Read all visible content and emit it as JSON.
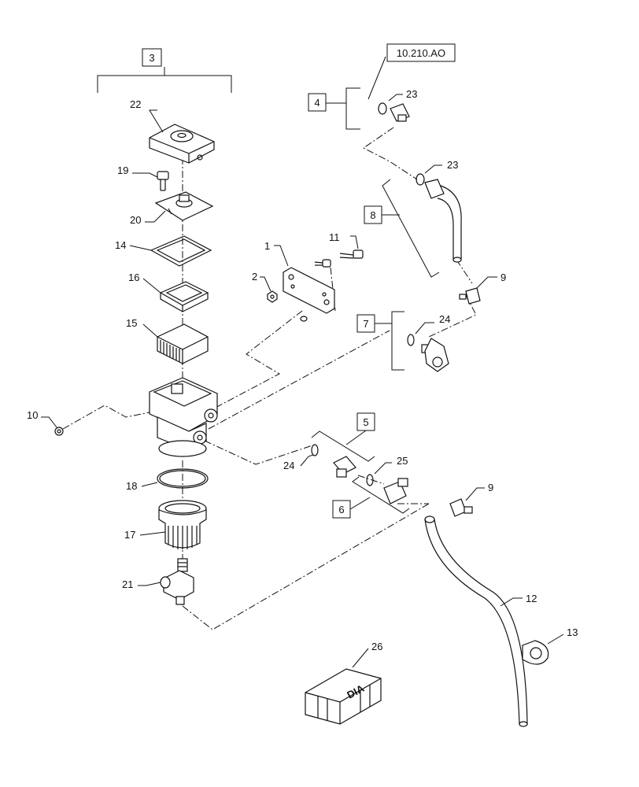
{
  "diagram": {
    "callouts": [
      {
        "id": "c1",
        "text": "1"
      },
      {
        "id": "c2",
        "text": "2"
      },
      {
        "id": "c9a",
        "text": "9"
      },
      {
        "id": "c9b",
        "text": "9"
      },
      {
        "id": "c10",
        "text": "10"
      },
      {
        "id": "c11",
        "text": "11"
      },
      {
        "id": "c12",
        "text": "12"
      },
      {
        "id": "c13",
        "text": "13"
      },
      {
        "id": "c14",
        "text": "14"
      },
      {
        "id": "c15",
        "text": "15"
      },
      {
        "id": "c16",
        "text": "16"
      },
      {
        "id": "c17",
        "text": "17"
      },
      {
        "id": "c18",
        "text": "18"
      },
      {
        "id": "c19",
        "text": "19"
      },
      {
        "id": "c20",
        "text": "20"
      },
      {
        "id": "c21",
        "text": "21"
      },
      {
        "id": "c22",
        "text": "22"
      },
      {
        "id": "c23a",
        "text": "23"
      },
      {
        "id": "c23b",
        "text": "23"
      },
      {
        "id": "c24a",
        "text": "24"
      },
      {
        "id": "c24b",
        "text": "24"
      },
      {
        "id": "c25",
        "text": "25"
      },
      {
        "id": "c26",
        "text": "26"
      }
    ],
    "boxes": [
      {
        "id": "b3",
        "text": "3"
      },
      {
        "id": "b4",
        "text": "4"
      },
      {
        "id": "b5",
        "text": "5"
      },
      {
        "id": "b6",
        "text": "6"
      },
      {
        "id": "b7",
        "text": "7"
      },
      {
        "id": "b8",
        "text": "8"
      },
      {
        "id": "bref",
        "text": "10.210.AO"
      }
    ],
    "kit_label": "DIA"
  }
}
